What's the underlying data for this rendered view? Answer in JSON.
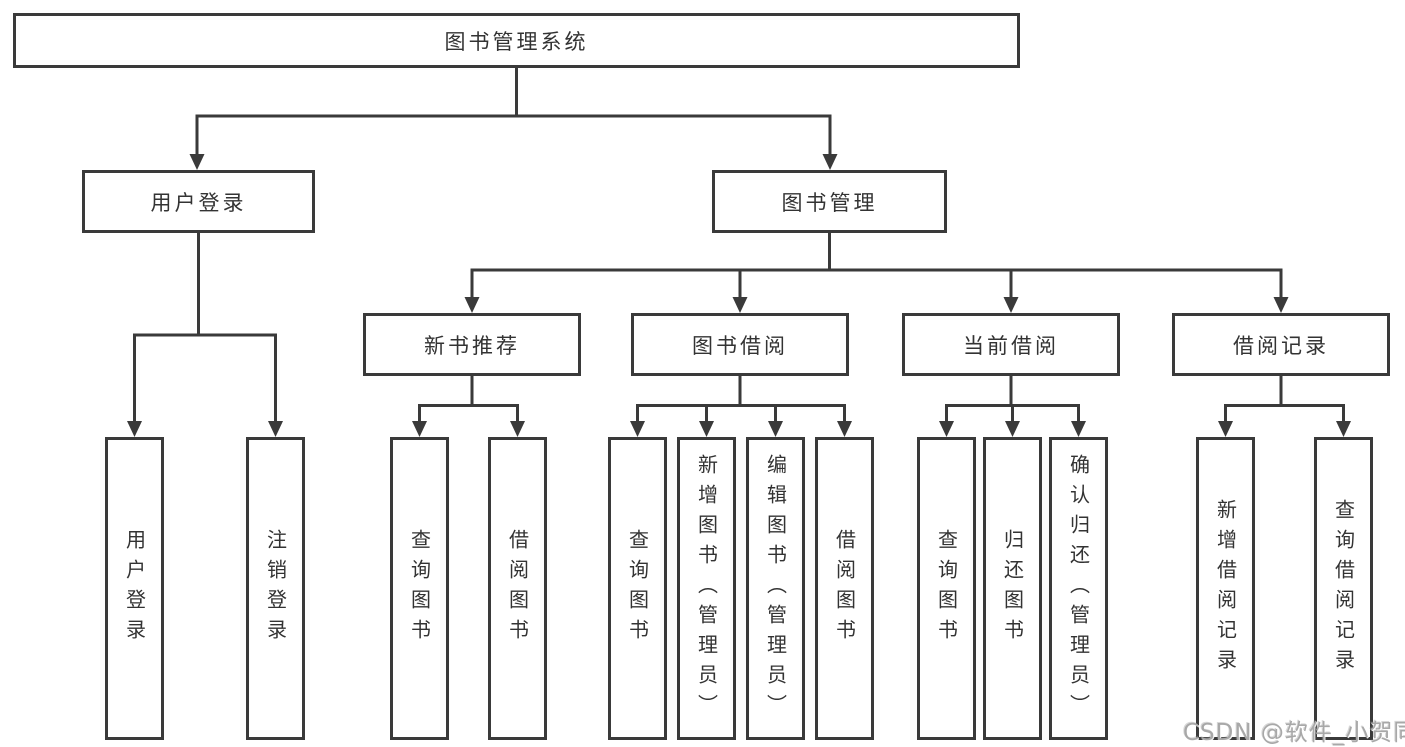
{
  "colors": {
    "line": "#3a3a3a",
    "box_border": "#3a3a3a",
    "box_fill": "#ffffff",
    "text": "#333333",
    "watermark": "#a8a8a8",
    "background": "#ffffff"
  },
  "tree": {
    "root": {
      "label": "图书管理系统"
    },
    "children": [
      {
        "label": "用户登录",
        "children": [
          {
            "label": "用户登录"
          },
          {
            "label": "注销登录"
          }
        ]
      },
      {
        "label": "图书管理",
        "children": [
          {
            "label": "新书推荐",
            "children": [
              {
                "label": "查询图书"
              },
              {
                "label": "借阅图书"
              }
            ]
          },
          {
            "label": "图书借阅",
            "children": [
              {
                "label": "查询图书"
              },
              {
                "label": "新增图书（管理员）"
              },
              {
                "label": "编辑图书（管理员）"
              },
              {
                "label": "借阅图书"
              }
            ]
          },
          {
            "label": "当前借阅",
            "children": [
              {
                "label": "查询图书"
              },
              {
                "label": "归还图书"
              },
              {
                "label": "确认归还（管理员）"
              }
            ]
          },
          {
            "label": "借阅记录",
            "children": [
              {
                "label": "新增借阅记录"
              },
              {
                "label": "查询借阅记录"
              }
            ]
          }
        ]
      }
    ]
  },
  "watermark": {
    "text": "CSDN @软件_小贺同学"
  }
}
